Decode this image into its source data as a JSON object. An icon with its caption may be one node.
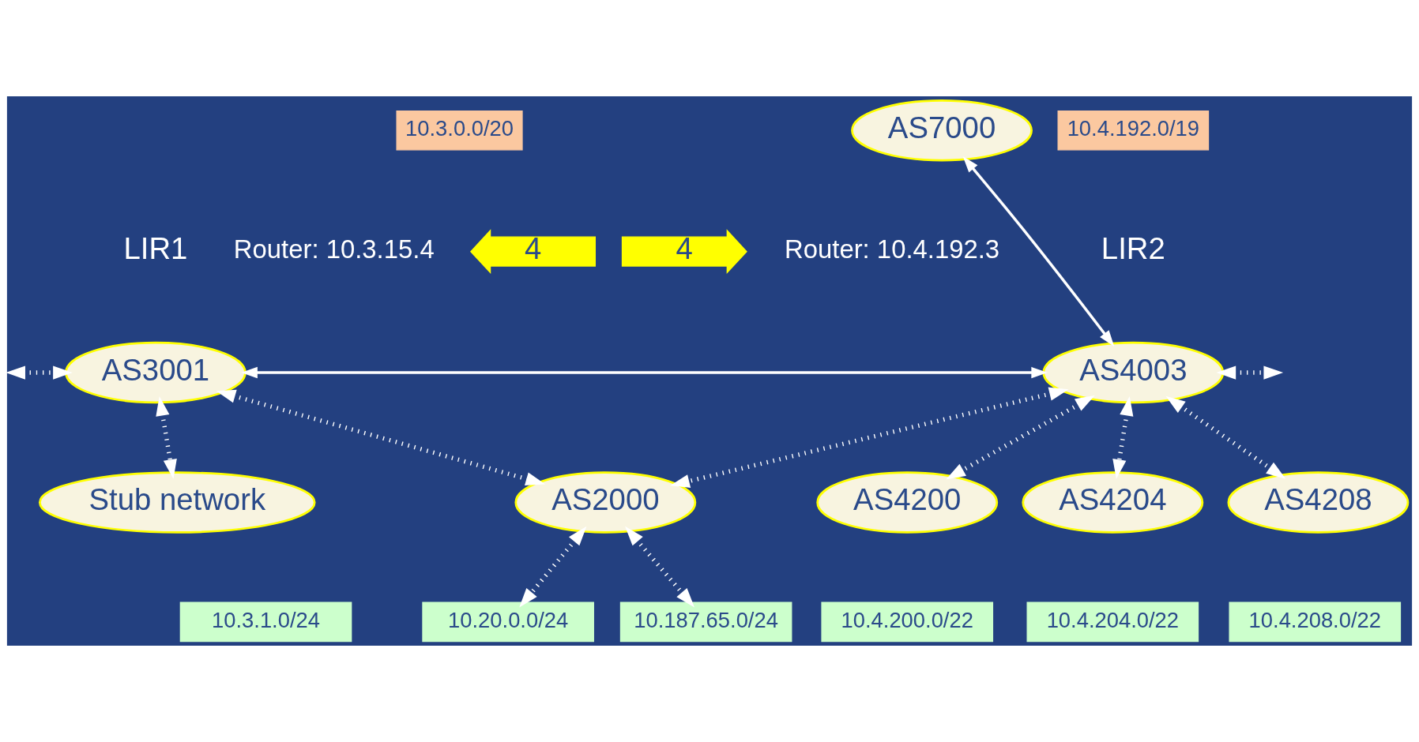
{
  "diagram": {
    "nodes": [
      {
        "text": [
          "AS7000"
        ]
      },
      {
        "text": [
          "10.3.0.0/20"
        ]
      },
      {
        "text": [
          "AS3001"
        ],
        "beside": [
          "LIR1"
        ]
      },
      {
        "text": [
          "AS4003"
        ],
        "beside": [
          "LIR2"
        ]
      },
      {
        "text": [
          "10.4.192.0/19"
        ]
      },
      {
        "text": [
          "Stub network"
        ]
      },
      {
        "text": [
          "AS2000"
        ]
      },
      {
        "text": [
          "AS4200"
        ]
      },
      {
        "text": [
          "AS4204"
        ]
      },
      {
        "text": [
          "AS4208"
        ]
      },
      {
        "text": [
          "10.3.1.0/24"
        ]
      },
      {
        "text": [
          "10.20.0.0/24"
        ]
      },
      {
        "text": [
          "10.187.65.0/24"
        ]
      },
      {
        "text": [
          "10.4.200.0/22"
        ]
      },
      {
        "text": [
          "10.4.204.0/22"
        ]
      },
      {
        "text": [
          "10.4.208.0/22"
        ]
      },
      {
        "text": [
          "4"
        ]
      },
      {
        "text": [
          "4"
        ]
      }
    ],
    "edges": [
      {
        "from": 0,
        "to": 3,
        "arrow": "both"
      },
      {
        "from": 2,
        "to": 3,
        "arrow": "both"
      },
      {
        "from": null,
        "to": 2,
        "arrow": "both",
        "style": "dashed"
      },
      {
        "from": 3,
        "to": null,
        "arrow": "both",
        "style": "dashed"
      },
      {
        "from": 2,
        "to": 5,
        "arrow": "both",
        "style": "dashed"
      },
      {
        "from": 2,
        "to": 6,
        "arrow": "both",
        "style": "dashed"
      },
      {
        "from": 3,
        "to": 6,
        "arrow": "both",
        "style": "dashed"
      },
      {
        "from": 3,
        "to": 7,
        "arrow": "both",
        "style": "dashed"
      },
      {
        "from": 3,
        "to": 8,
        "arrow": "both",
        "style": "dashed"
      },
      {
        "from": 3,
        "to": 9,
        "arrow": "both",
        "style": "dashed"
      },
      {
        "from": 6,
        "to": 11,
        "arrow": "both",
        "style": "dashed"
      },
      {
        "from": 6,
        "to": 12,
        "arrow": "both",
        "style": "dashed"
      }
    ],
    "labels": [
      "Router: 10.3.15.4",
      "Router: 10.4.192.3"
    ]
  }
}
